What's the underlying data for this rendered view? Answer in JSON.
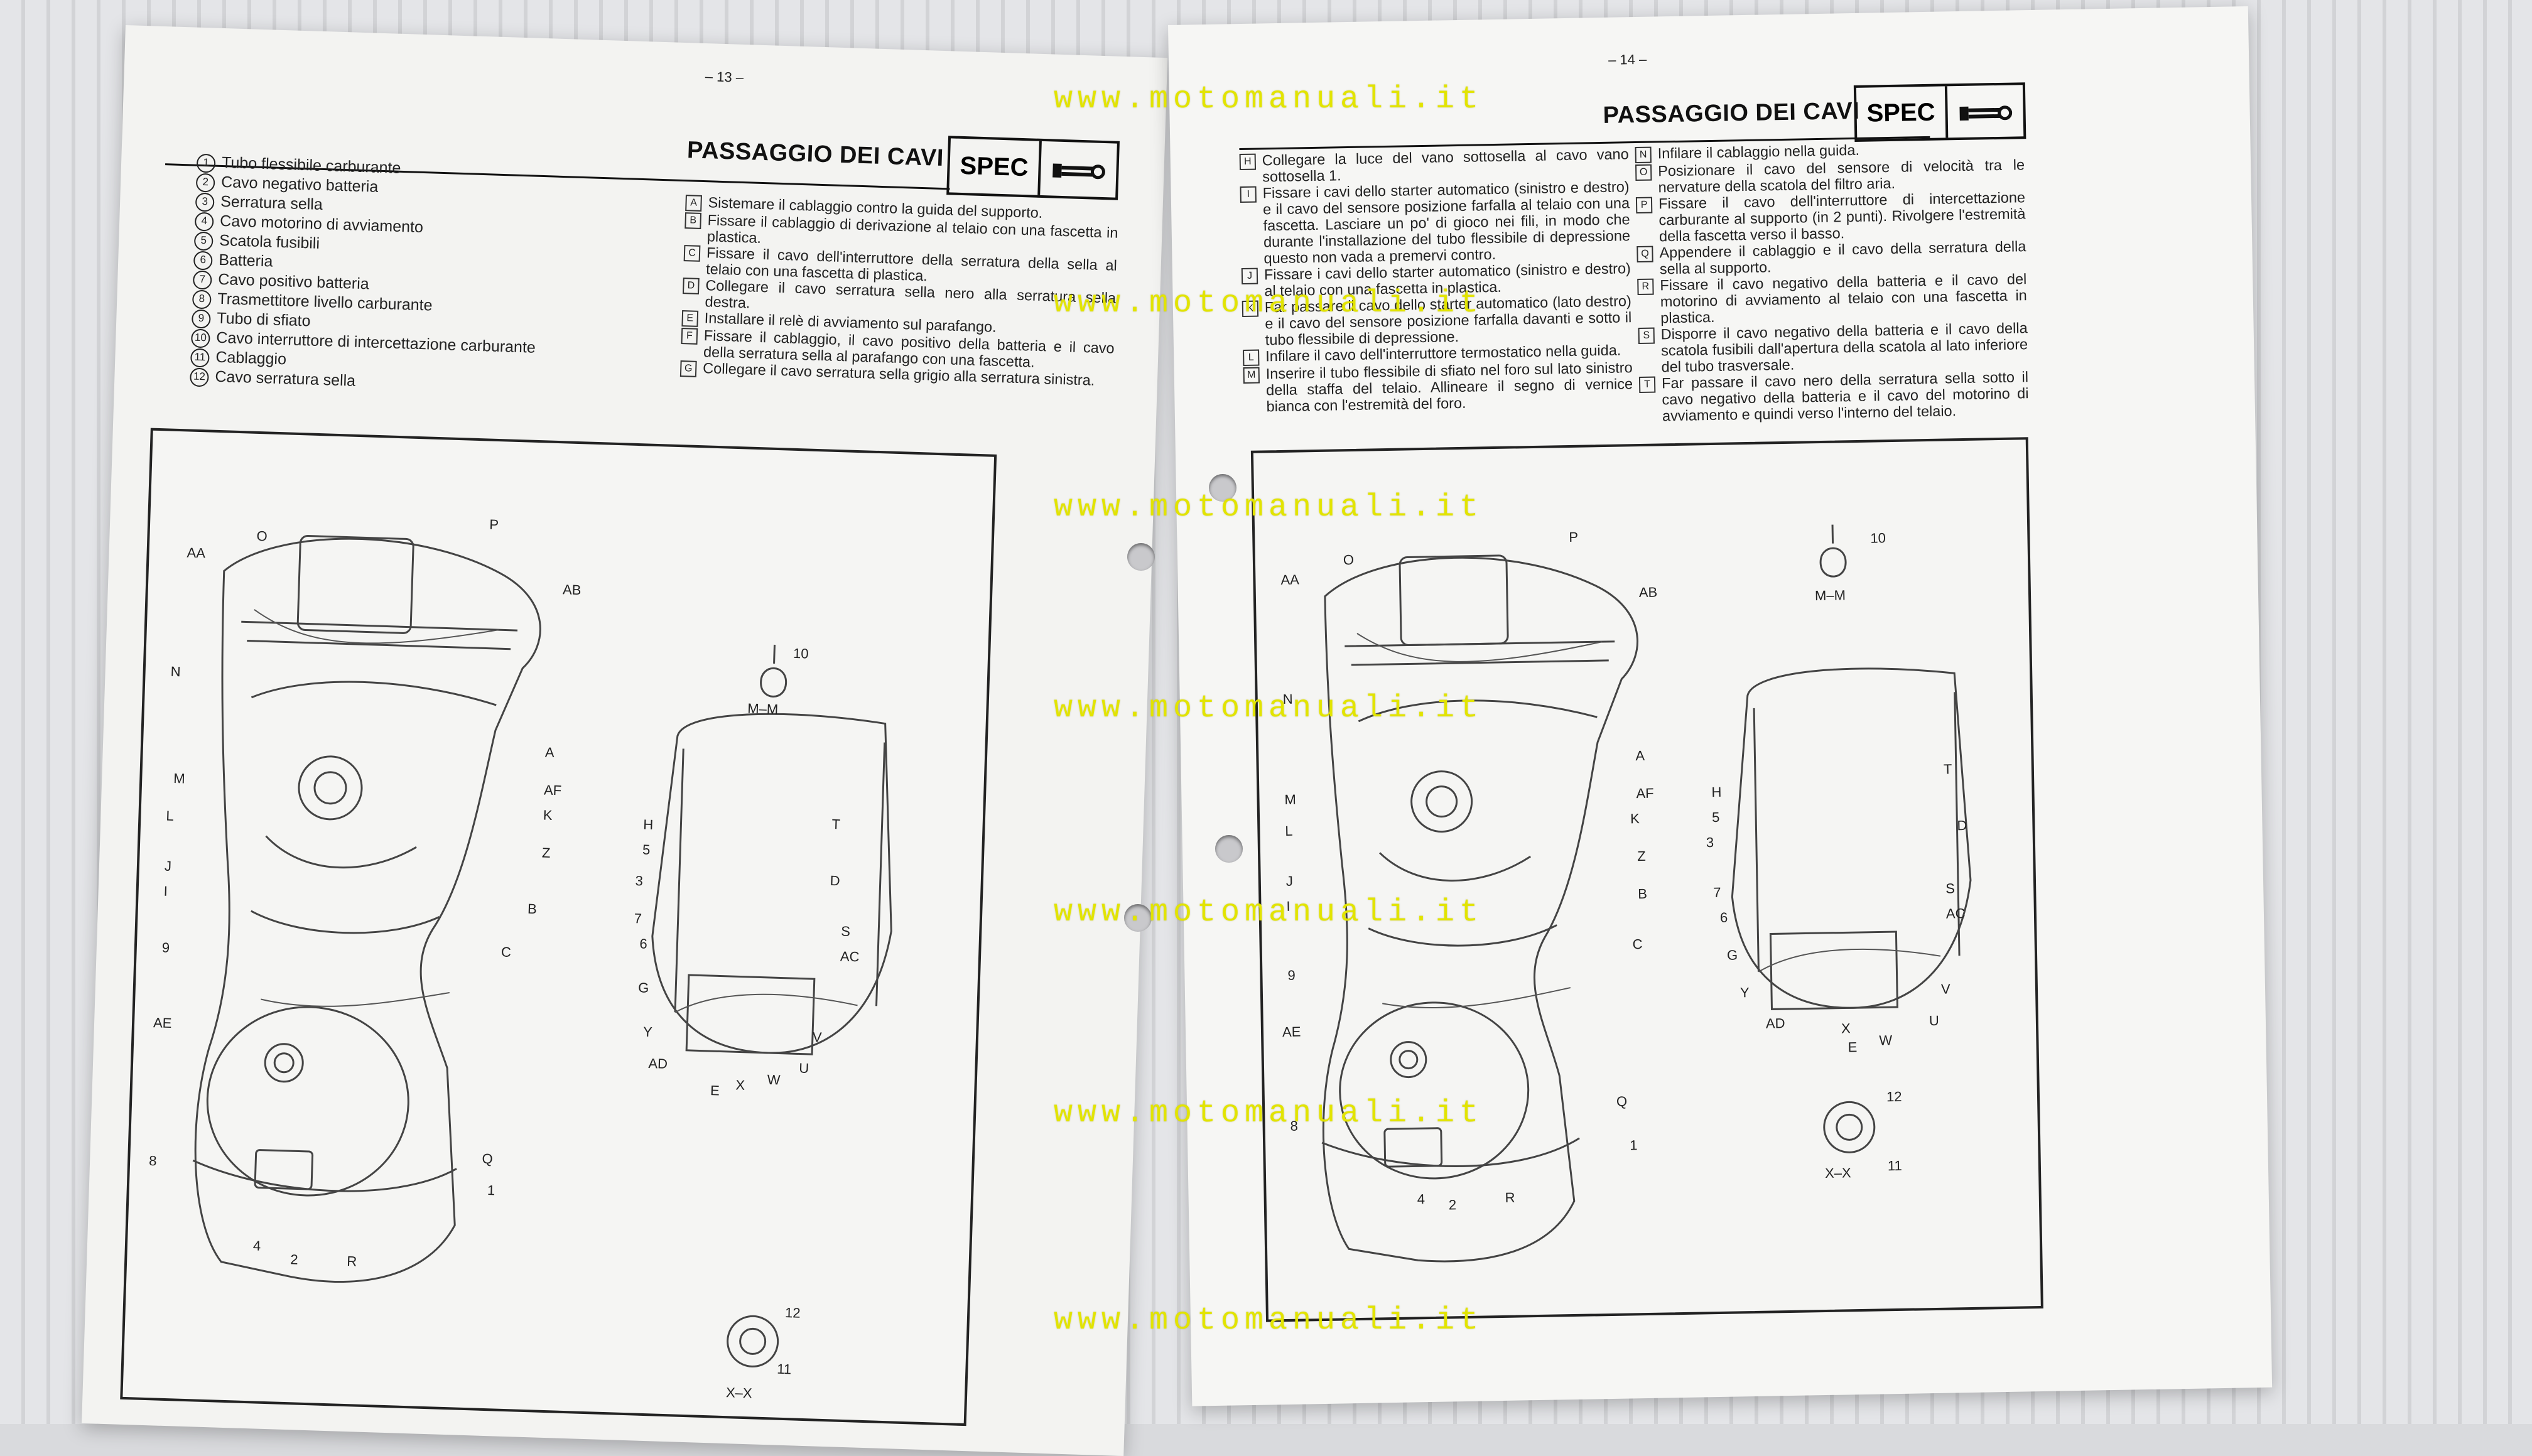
{
  "watermark": "www.motomanuali.it",
  "left_page": {
    "page_number": "– 13 –",
    "title": "PASSAGGIO DEI CAVI",
    "badge": "SPEC",
    "legend": [
      {
        "num": "1",
        "text": "Tubo flessibile carburante"
      },
      {
        "num": "2",
        "text": "Cavo negativo batteria"
      },
      {
        "num": "3",
        "text": "Serratura sella"
      },
      {
        "num": "4",
        "text": "Cavo motorino di avviamento"
      },
      {
        "num": "5",
        "text": "Scatola fusibili"
      },
      {
        "num": "6",
        "text": "Batteria"
      },
      {
        "num": "7",
        "text": "Cavo positivo batteria"
      },
      {
        "num": "8",
        "text": "Trasmettitore livello carburante"
      },
      {
        "num": "9",
        "text": "Tubo di sfiato"
      },
      {
        "num": "10",
        "text": "Cavo interruttore di intercettazione carburante"
      },
      {
        "num": "11",
        "text": "Cablaggio"
      },
      {
        "num": "12",
        "text": "Cavo serratura sella"
      }
    ],
    "notes": [
      {
        "key": "A",
        "text": "Sistemare il cablaggio contro la guida del supporto."
      },
      {
        "key": "B",
        "text": "Fissare il cablaggio di derivazione al telaio con una fascetta in plastica."
      },
      {
        "key": "C",
        "text": "Fissare il cavo dell'interruttore della serratura della sella al telaio con una fascetta di plastica."
      },
      {
        "key": "D",
        "text": "Collegare il cavo serratura sella nero alla serratura sella destra."
      },
      {
        "key": "E",
        "text": "Installare il relè di avviamento sul parafango."
      },
      {
        "key": "F",
        "text": "Fissare il cablaggio, il cavo positivo della batteria e il cavo della serratura sella al parafango con una fascetta."
      },
      {
        "key": "G",
        "text": "Collegare il cavo serratura sella grigio alla serratura sinistra."
      }
    ],
    "section_mm": "M–M",
    "section_xx": "X–X"
  },
  "right_page": {
    "page_number": "– 14 –",
    "title": "PASSAGGIO DEI CAVI",
    "badge": "SPEC",
    "notes_col1": [
      {
        "key": "H",
        "text": "Collegare la luce del vano sottosella al cavo vano sottosella 1."
      },
      {
        "key": "I",
        "text": "Fissare i cavi dello starter automatico (sinistro e destro) e il cavo del sensore posizione farfalla al telaio con una fascetta. Lasciare un po' di gioco nei fili, in modo che durante l'installazione del tubo flessibile di depressione questo non vada a premervi contro."
      },
      {
        "key": "J",
        "text": "Fissare i cavi dello starter automatico (sinistro e destro) al telaio con una fascetta in plastica."
      },
      {
        "key": "K",
        "text": "Far passare il cavo dello starter automatico (lato destro) e il cavo del sensore posizione farfalla davanti e sotto il tubo flessibile di depressione."
      },
      {
        "key": "L",
        "text": "Infilare il cavo dell'interruttore termostatico nella guida."
      },
      {
        "key": "M",
        "text": "Inserire il tubo flessibile di sfiato nel foro sul lato sinistro della staffa del telaio. Allineare il segno di vernice bianca con l'estremità del foro."
      }
    ],
    "notes_col2": [
      {
        "key": "N",
        "text": "Infilare il cablaggio nella guida."
      },
      {
        "key": "O",
        "text": "Posizionare il cavo del sensore di velocità tra le nervature della scatola del filtro aria."
      },
      {
        "key": "P",
        "text": "Fissare il cavo dell'interruttore di intercettazione carburante al supporto (in 2 punti). Rivolgere l'estremità della fascetta verso il basso."
      },
      {
        "key": "Q",
        "text": "Appendere il cablaggio e il cavo della serratura della sella al supporto."
      },
      {
        "key": "R",
        "text": "Fissare il cavo negativo della batteria e il cavo del motorino di avviamento al telaio con una fascetta in plastica."
      },
      {
        "key": "S",
        "text": "Disporre il cavo negativo della batteria e il cavo della scatola fusibili dall'apertura della scatola al lato inferiore del tubo trasversale."
      },
      {
        "key": "T",
        "text": "Far passare il cavo nero della serratura sella sotto il cavo negativo della batteria e il cavo del motorino di avviamento e quindi verso l'interno del telaio."
      }
    ],
    "section_mm": "M–M",
    "section_xx": "X–X"
  },
  "diagram_callouts": [
    "AA",
    "O",
    "P",
    "AB",
    "M",
    "N",
    "A",
    "AF",
    "K",
    "Z",
    "B",
    "C",
    "L",
    "J",
    "I",
    "9",
    "AE",
    "8",
    "4",
    "2",
    "R",
    "Q",
    "1",
    "H",
    "5",
    "3",
    "7",
    "6",
    "G",
    "Y",
    "AD",
    "X",
    "E",
    "W",
    "U",
    "V",
    "AC",
    "S",
    "D",
    "T",
    "10",
    "11",
    "12"
  ]
}
